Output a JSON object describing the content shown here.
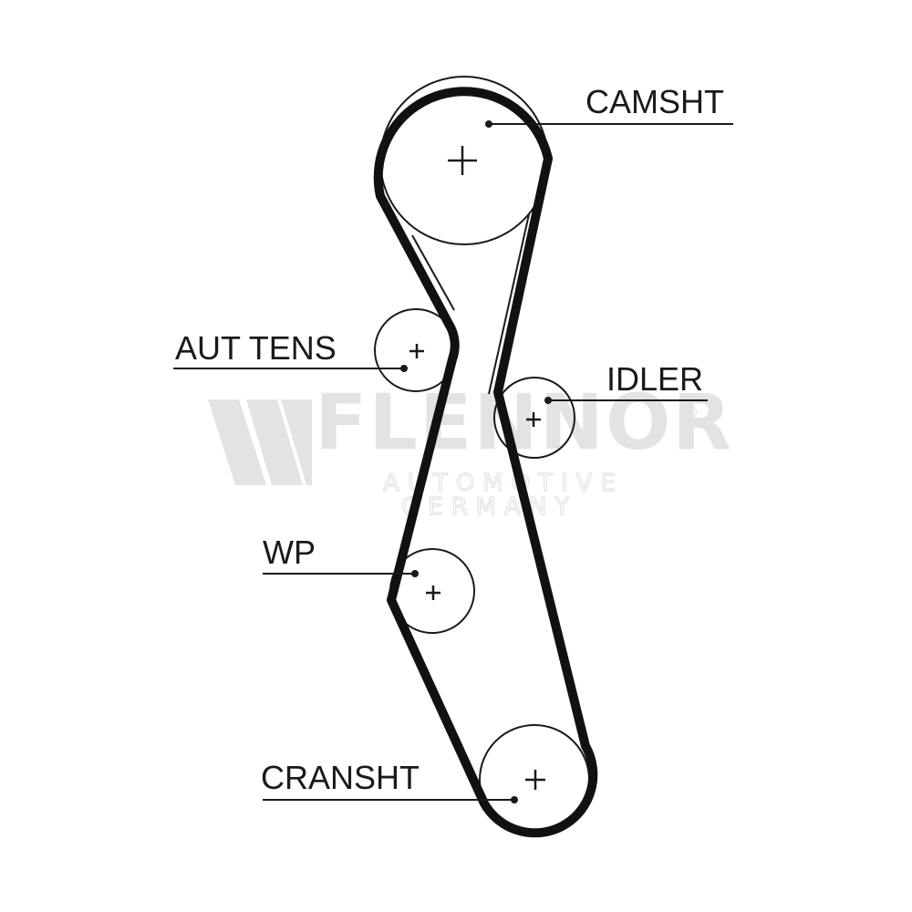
{
  "labels": {
    "camshaft": "CAMSHT",
    "auto_tensioner": "AUT TENS",
    "idler": "IDLER",
    "water_pump": "WP",
    "crankshaft": "CRANSHT"
  },
  "watermark": {
    "brand": "FLENNOR",
    "line1": "AUTOMOTIVE",
    "line2": "GERMANY",
    "registered": "®"
  },
  "colors": {
    "belt": "#111111",
    "pulley": "#1a1a1a",
    "watermark": "#e3e3e3"
  }
}
